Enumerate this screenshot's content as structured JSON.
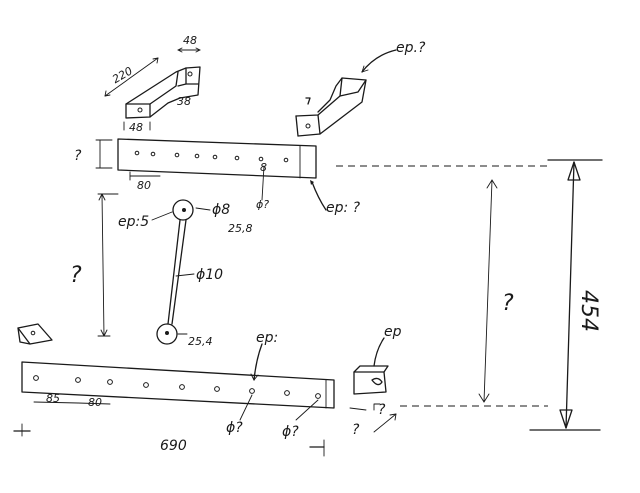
{
  "labels": {
    "dim_48_top": "48",
    "dim_220": "220",
    "dim_38": "38",
    "dim_48_bottom": "48",
    "ep_top_right": "ep.?",
    "q_bar_height": "?",
    "dim_80": "80",
    "dim_8": "8",
    "ep_bar_right": "ep: ?",
    "phi_hole": "ϕ?",
    "ep_5": "ep:5",
    "phi_8": "ϕ8",
    "dim_25_8": "25,8",
    "q_rod_length": "?",
    "phi_10": "ϕ10",
    "dim_25_4": "25,4",
    "ep_bottom": "ep:",
    "ep_bracket": "ep",
    "q_middle": "?",
    "dim_454": "454",
    "dim_85": "85",
    "dim_80_b": "80",
    "phi_q1": "ϕ?",
    "phi_q2": "ϕ?",
    "q_small1": "?",
    "q_small2": "?",
    "dim_690": "690"
  }
}
